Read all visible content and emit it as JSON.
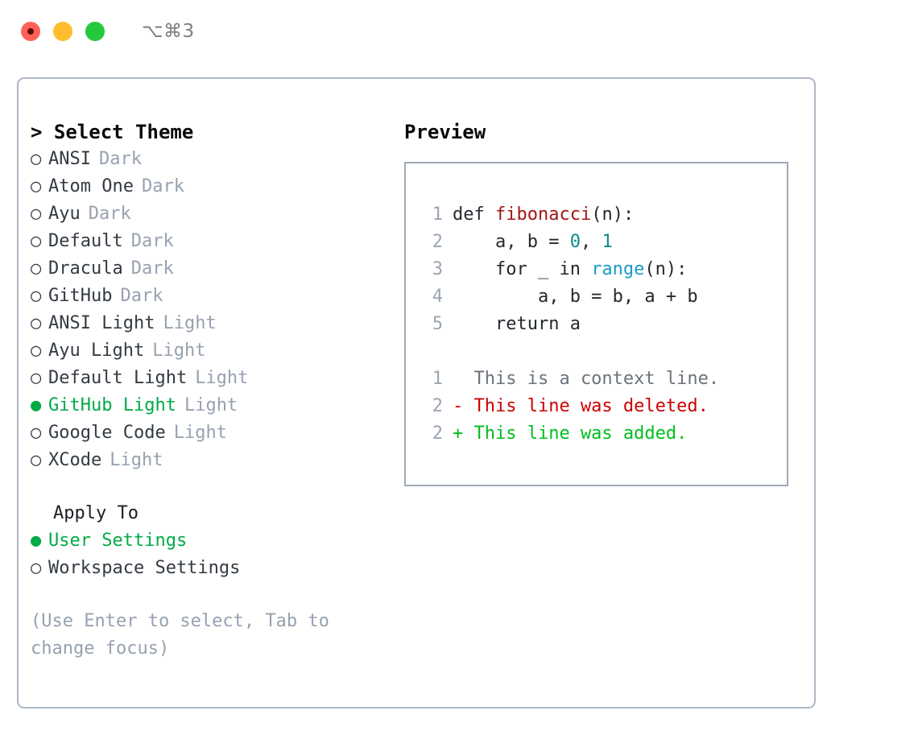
{
  "titlebar": {
    "shortcut": "⌥⌘3",
    "buttons": [
      {
        "name": "close",
        "color": "#ff6159"
      },
      {
        "name": "minimize",
        "color": "#ffbd2e"
      },
      {
        "name": "maximize",
        "color": "#25c83d"
      }
    ]
  },
  "colors": {
    "panel_border": "#aeb7c4",
    "preview_border": "#9fa9b8",
    "accent_green": "#00ab47",
    "muted": "#97a1b0",
    "text": "#333a42",
    "syntax_function": "#a31515",
    "syntax_number": "#0e8b8b",
    "syntax_call": "#1a9cc7",
    "diff_added": "#00bf1f",
    "diff_deleted": "#cc0000",
    "diff_context": "#6a737d"
  },
  "theme_section": {
    "caret": ">",
    "title": "Select Theme",
    "header_text": "> Select Theme",
    "bullet_unselected": "○",
    "bullet_selected": "●",
    "items": [
      {
        "label": "ANSI",
        "suffix": "Dark",
        "selected": false
      },
      {
        "label": "Atom One",
        "suffix": "Dark",
        "selected": false
      },
      {
        "label": "Ayu",
        "suffix": "Dark",
        "selected": false
      },
      {
        "label": "Default",
        "suffix": "Dark",
        "selected": false
      },
      {
        "label": "Dracula",
        "suffix": "Dark",
        "selected": false
      },
      {
        "label": "GitHub",
        "suffix": "Dark",
        "selected": false
      },
      {
        "label": "ANSI Light",
        "suffix": "Light",
        "selected": false
      },
      {
        "label": "Ayu Light",
        "suffix": "Light",
        "selected": false
      },
      {
        "label": "Default Light",
        "suffix": "Light",
        "selected": false
      },
      {
        "label": "GitHub Light",
        "suffix": "Light",
        "selected": true
      },
      {
        "label": "Google Code",
        "suffix": "Light",
        "selected": false
      },
      {
        "label": "XCode",
        "suffix": "Light",
        "selected": false
      }
    ]
  },
  "apply_to": {
    "title": "Apply To",
    "items": [
      {
        "label": "User Settings",
        "selected": true
      },
      {
        "label": "Workspace Settings",
        "selected": false
      }
    ]
  },
  "hint": "(Use Enter to select, Tab to change focus)",
  "preview": {
    "title": "Preview",
    "code_lines": [
      {
        "number": "1",
        "tokens": [
          {
            "text": "def ",
            "type": "plain"
          },
          {
            "text": "fibonacci",
            "type": "func"
          },
          {
            "text": "(n):",
            "type": "plain"
          }
        ]
      },
      {
        "number": "2",
        "tokens": [
          {
            "text": "    a, b = ",
            "type": "plain"
          },
          {
            "text": "0",
            "type": "num"
          },
          {
            "text": ", ",
            "type": "plain"
          },
          {
            "text": "1",
            "type": "num"
          }
        ]
      },
      {
        "number": "3",
        "tokens": [
          {
            "text": "    for _ in ",
            "type": "plain"
          },
          {
            "text": "range",
            "type": "call"
          },
          {
            "text": "(n):",
            "type": "plain"
          }
        ]
      },
      {
        "number": "4",
        "tokens": [
          {
            "text": "        a, b = b, a + b",
            "type": "plain"
          }
        ]
      },
      {
        "number": "5",
        "tokens": [
          {
            "text": "    return a",
            "type": "plain"
          }
        ]
      }
    ],
    "diff_lines": [
      {
        "number": "1",
        "marker": " ",
        "text": "  This is a context line.",
        "kind": "ctx"
      },
      {
        "number": "2",
        "marker": "-",
        "text": "- This line was deleted.",
        "kind": "del"
      },
      {
        "number": "2",
        "marker": "+",
        "text": "+ This line was added.",
        "kind": "add"
      }
    ]
  }
}
